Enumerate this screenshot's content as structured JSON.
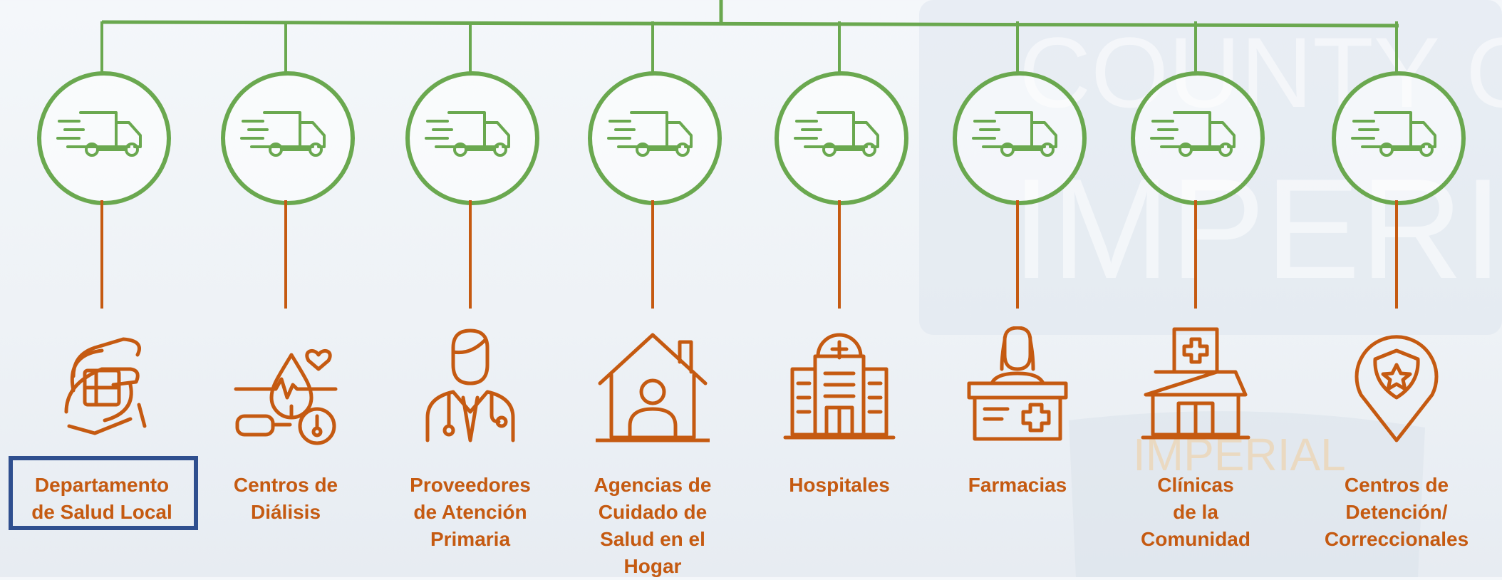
{
  "colors": {
    "green": "#6aa84f",
    "orange": "#c55a11",
    "selected_border": "#2f4f8f"
  },
  "watermark_text": {
    "county": "COUNTY OF",
    "name": "IMPERIAL",
    "badge": "IMPERIAL"
  },
  "nodes": [
    {
      "label": "Departamento\nde Salud Local",
      "top_icon": "delivery-truck-icon",
      "bottom_icon": "health-care-hands-icon",
      "selected": true
    },
    {
      "label": "Centros de\nDiálisis",
      "top_icon": "delivery-truck-icon",
      "bottom_icon": "dialysis-icon",
      "selected": false
    },
    {
      "label": "Proveedores\nde Atención\nPrimaria",
      "top_icon": "delivery-truck-icon",
      "bottom_icon": "doctor-icon",
      "selected": false
    },
    {
      "label": "Agencias de\nCuidado de\nSalud en el\nHogar",
      "top_icon": "delivery-truck-icon",
      "bottom_icon": "home-care-icon",
      "selected": false
    },
    {
      "label": "Hospitales",
      "top_icon": "delivery-truck-icon",
      "bottom_icon": "hospital-icon",
      "selected": false
    },
    {
      "label": "Farmacias",
      "top_icon": "delivery-truck-icon",
      "bottom_icon": "pharmacist-icon",
      "selected": false
    },
    {
      "label": "Clínicas\nde la\nComunidad",
      "top_icon": "delivery-truck-icon",
      "bottom_icon": "clinic-icon",
      "selected": false
    },
    {
      "label": "Centros de\nDetención/\nCorreccionales",
      "top_icon": "delivery-truck-icon",
      "bottom_icon": "detention-badge-icon",
      "selected": false
    }
  ]
}
